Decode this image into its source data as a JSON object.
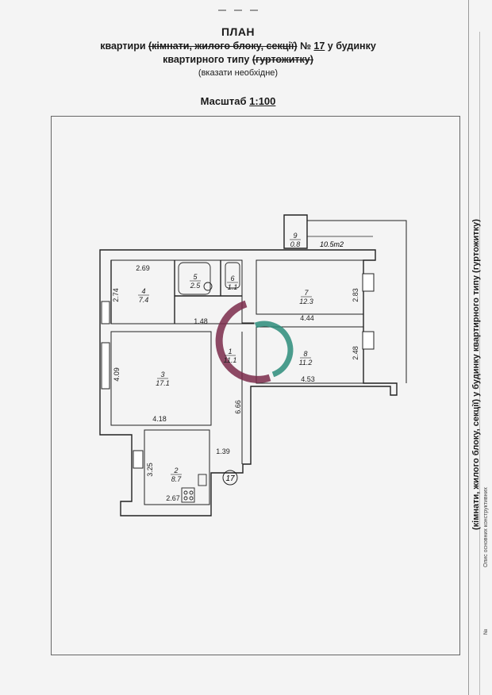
{
  "header": {
    "title": "ПЛАН",
    "line1_prefix": "квартири ",
    "line1_struck": "(кімнати, жилого блоку, секції)",
    "line1_no": " № ",
    "apartment_number": "17",
    "line1_suffix": " у будинку",
    "line2_prefix": "квартирного типу ",
    "line2_struck": "(гуртожитку)",
    "note": "(вказати необхідне)",
    "scale_label": "Масштаб ",
    "scale_value": "1:100"
  },
  "side": {
    "caption": "(кімнати, жилого блоку, секції) у будинку квартирного типу (гуртожитку)",
    "col1": "Опис основних конструктивних",
    "col2": "№"
  },
  "rooms": [
    {
      "id": "4",
      "area": "7.4"
    },
    {
      "id": "5",
      "area": "2.5"
    },
    {
      "id": "6",
      "area": "1.1"
    },
    {
      "id": "7",
      "area": "12.3"
    },
    {
      "id": "9",
      "area": "0.8"
    },
    {
      "id": "3",
      "area": "17.1"
    },
    {
      "id": "1",
      "area": "11.1"
    },
    {
      "id": "8",
      "area": "11.2"
    },
    {
      "id": "2",
      "area": "8.7"
    }
  ],
  "balcony_area": "10.5m2",
  "dimensions": [
    "2.69",
    "2.74",
    "1.48",
    "2.83",
    "4.44",
    "2.48",
    "4.53",
    "4.09",
    "4.18",
    "6.66",
    "3.25",
    "1.39",
    "2.67"
  ],
  "apartment_circle": "17"
}
